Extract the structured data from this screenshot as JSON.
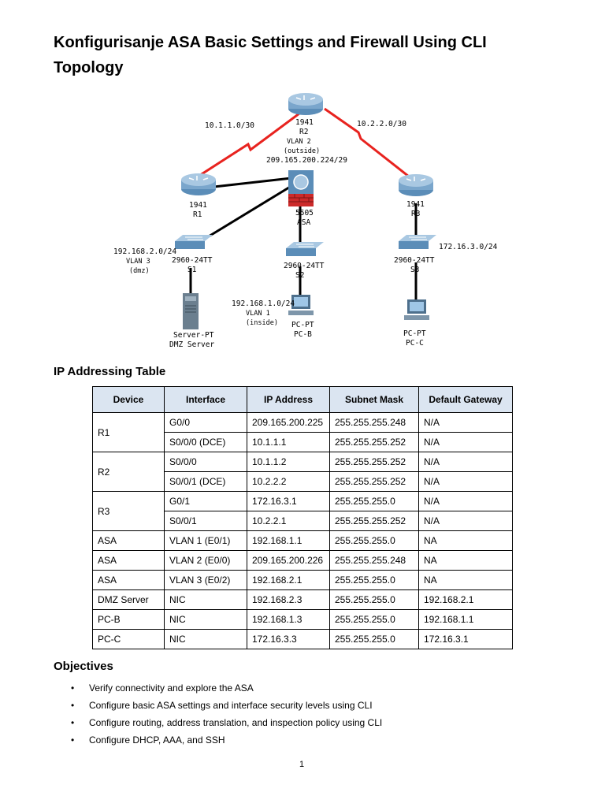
{
  "title_line1": "Konfigurisanje ASA Basic Settings and Firewall Using CLI",
  "title_line2": "Topology",
  "topology": {
    "links": {
      "r1_r2": "10.1.1.0/30",
      "r2_r3": "10.2.2.0/30",
      "s1_net": "192.168.2.0/24",
      "s3_net": "172.16.3.0/24",
      "pcb_net": "192.168.1.0/24"
    },
    "r2": {
      "model": "1941",
      "name": "R2",
      "vlan": "VLAN 2",
      "vlan_note": "(outside)",
      "subnet": "209.165.200.224/29"
    },
    "r1": {
      "model": "1941",
      "name": "R1"
    },
    "r3": {
      "model": "1941",
      "name": "R3"
    },
    "asa": {
      "model": "5505",
      "name": "ASA"
    },
    "s1": {
      "model": "2960-24TT",
      "name": "S1",
      "vlan": "VLAN 3",
      "vlan_note": "(dmz)"
    },
    "s2": {
      "model": "2960-24TT",
      "name": "S2"
    },
    "s3": {
      "model": "2960-24TT",
      "name": "S3"
    },
    "server": {
      "model": "Server-PT",
      "name": "DMZ Server"
    },
    "pcb": {
      "model": "PC-PT",
      "name": "PC-B",
      "vlan": "VLAN 1",
      "vlan_note": "(inside)"
    },
    "pcc": {
      "model": "PC-PT",
      "name": "PC-C"
    },
    "colors": {
      "serial_link": "#e8231f",
      "ethernet_link": "#000000",
      "device_blue": "#5b8db8",
      "asa_red": "#cc2a2a"
    }
  },
  "ip_table": {
    "heading": "IP Addressing Table",
    "headers": [
      "Device",
      "Interface",
      "IP Address",
      "Subnet Mask",
      "Default Gateway"
    ],
    "rows": [
      {
        "device": "R1",
        "span": 2,
        "cells": [
          "G0/0",
          "209.165.200.225",
          "255.255.255.248",
          "N/A"
        ]
      },
      {
        "device": "",
        "span": 0,
        "cells": [
          "S0/0/0 (DCE)",
          "10.1.1.1",
          "255.255.255.252",
          "N/A"
        ]
      },
      {
        "device": "R2",
        "span": 2,
        "cells": [
          "S0/0/0",
          "10.1.1.2",
          "255.255.255.252",
          "N/A"
        ]
      },
      {
        "device": "",
        "span": 0,
        "cells": [
          "S0/0/1 (DCE)",
          "10.2.2.2",
          "255.255.255.252",
          "N/A"
        ]
      },
      {
        "device": "R3",
        "span": 2,
        "cells": [
          "G0/1",
          "172.16.3.1",
          "255.255.255.0",
          "N/A"
        ]
      },
      {
        "device": "",
        "span": 0,
        "cells": [
          "S0/0/1",
          "10.2.2.1",
          "255.255.255.252",
          "N/A"
        ]
      },
      {
        "device": "ASA",
        "span": 1,
        "cells": [
          "VLAN 1 (E0/1)",
          "192.168.1.1",
          "255.255.255.0",
          "NA"
        ]
      },
      {
        "device": "ASA",
        "span": 1,
        "cells": [
          "VLAN 2 (E0/0)",
          "209.165.200.226",
          "255.255.255.248",
          "NA"
        ]
      },
      {
        "device": "ASA",
        "span": 1,
        "cells": [
          "VLAN 3 (E0/2)",
          "192.168.2.1",
          "255.255.255.0",
          "NA"
        ]
      },
      {
        "device": "DMZ Server",
        "span": 1,
        "cells": [
          "NIC",
          "192.168.2.3",
          "255.255.255.0",
          "192.168.2.1"
        ]
      },
      {
        "device": "PC-B",
        "span": 1,
        "cells": [
          "NIC",
          "192.168.1.3",
          "255.255.255.0",
          "192.168.1.1"
        ]
      },
      {
        "device": "PC-C",
        "span": 1,
        "cells": [
          "NIC",
          "172.16.3.3",
          "255.255.255.0",
          "172.16.3.1"
        ]
      }
    ]
  },
  "objectives": {
    "heading": "Objectives",
    "items": [
      "Verify connectivity and explore the ASA",
      "Configure basic ASA settings and interface security levels using CLI",
      "Configure routing, address translation, and inspection policy using CLI",
      "Configure DHCP, AAA, and SSH"
    ]
  },
  "page_number": "1"
}
